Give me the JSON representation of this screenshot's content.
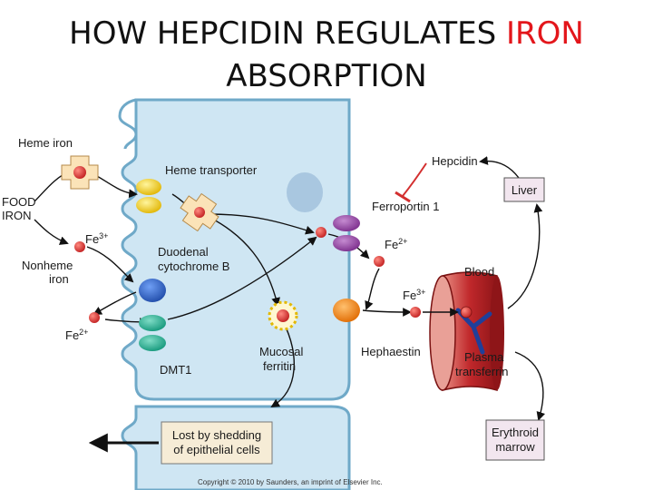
{
  "title": {
    "part1": "HOW HEPCIDIN REGULATES ",
    "highlight": "IRON",
    "part2": "ABSORPTION"
  },
  "colors": {
    "highlight": "#e3161b",
    "cell": "#cfe6f3",
    "blood": "#c0282b"
  },
  "labels": {
    "heme_iron": "Heme iron",
    "food_iron_1": "FOOD",
    "food_iron_2": "IRON",
    "fe3_left": "Fe",
    "fe3_left_sup": "3+",
    "nonheme_1": "Nonheme",
    "nonheme_2": "iron",
    "fe2_left": "Fe",
    "fe2_left_sup": "2+",
    "heme_transporter": "Heme transporter",
    "duodenal_1": "Duodenal",
    "duodenal_2": "cytochrome B",
    "dmt1": "DMT1",
    "mucosal_1": "Mucosal",
    "mucosal_2": "ferritin",
    "shed_1": "Lost by shedding",
    "shed_2": "of epithelial cells",
    "ferroportin": "Ferroportin 1",
    "fe2_right": "Fe",
    "fe2_right_sup": "2+",
    "fe3_right": "Fe",
    "fe3_right_sup": "3+",
    "hephaestin": "Hephaestin",
    "hepcidin": "Hepcidin",
    "liver": "Liver",
    "blood": "Blood",
    "plasma_1": "Plasma",
    "plasma_2": "transferrin",
    "erythroid_1": "Erythroid",
    "erythroid_2": "marrow",
    "copyright": "Copyright © 2010 by Saunders, an imprint of Elsevier Inc."
  }
}
